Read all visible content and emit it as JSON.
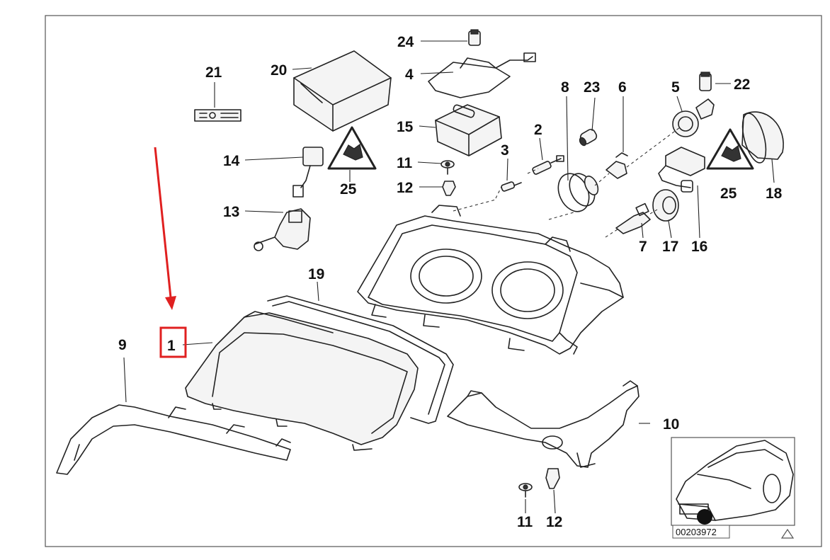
{
  "callouts": [
    {
      "id": "c1",
      "label": "1"
    },
    {
      "id": "c2",
      "label": "2"
    },
    {
      "id": "c3",
      "label": "3"
    },
    {
      "id": "c4",
      "label": "4"
    },
    {
      "id": "c5",
      "label": "5"
    },
    {
      "id": "c6",
      "label": "6"
    },
    {
      "id": "c7",
      "label": "7"
    },
    {
      "id": "c8",
      "label": "8"
    },
    {
      "id": "c9",
      "label": "9"
    },
    {
      "id": "c10",
      "label": "10"
    },
    {
      "id": "c11a",
      "label": "11"
    },
    {
      "id": "c11b",
      "label": "11"
    },
    {
      "id": "c12a",
      "label": "12"
    },
    {
      "id": "c12b",
      "label": "12"
    },
    {
      "id": "c13",
      "label": "13"
    },
    {
      "id": "c14",
      "label": "14"
    },
    {
      "id": "c15",
      "label": "15"
    },
    {
      "id": "c16",
      "label": "16"
    },
    {
      "id": "c17",
      "label": "17"
    },
    {
      "id": "c18",
      "label": "18"
    },
    {
      "id": "c19",
      "label": "19"
    },
    {
      "id": "c20",
      "label": "20"
    },
    {
      "id": "c21",
      "label": "21"
    },
    {
      "id": "c22",
      "label": "22"
    },
    {
      "id": "c23",
      "label": "23"
    },
    {
      "id": "c24",
      "label": "24"
    },
    {
      "id": "c25a",
      "label": "25"
    },
    {
      "id": "c25b",
      "label": "25"
    }
  ],
  "reference_code": "00203972",
  "colors": {
    "highlight_box": "#e02020",
    "arrow": "#e02020",
    "line": "#222222",
    "background": "#ffffff"
  },
  "icons": [
    "warning-triangle-icon",
    "warning-triangle-icon",
    "small-triangle-icon"
  ]
}
